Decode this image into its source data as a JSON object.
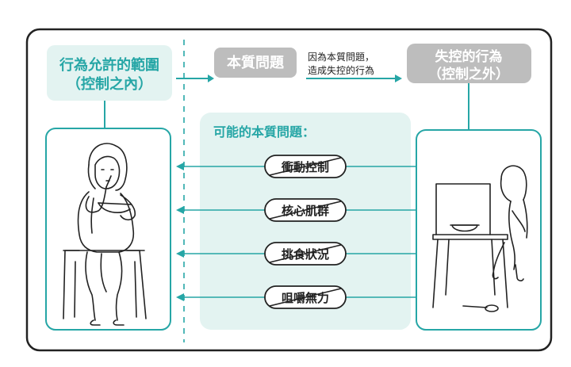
{
  "allowed_box": {
    "line1": "行為允許的範圍",
    "line2": "（控制之內）"
  },
  "essence_label": "本質問題",
  "essence_note": {
    "line1": "因為本質問題，",
    "line2": "造成失控的行為"
  },
  "out_of_control_box": {
    "line1": "失控的行為",
    "line2": "（控制之外）"
  },
  "possible_title": "可能的本質問題：",
  "issues": [
    "衝動控制",
    "核心肌群",
    "挑食狀況",
    "咀嚼無力"
  ],
  "colors": {
    "teal": "#26a6a6",
    "light_teal": "#e3f3f1",
    "gray": "#bdbdbd",
    "dark": "#222222",
    "white": "#ffffff"
  }
}
